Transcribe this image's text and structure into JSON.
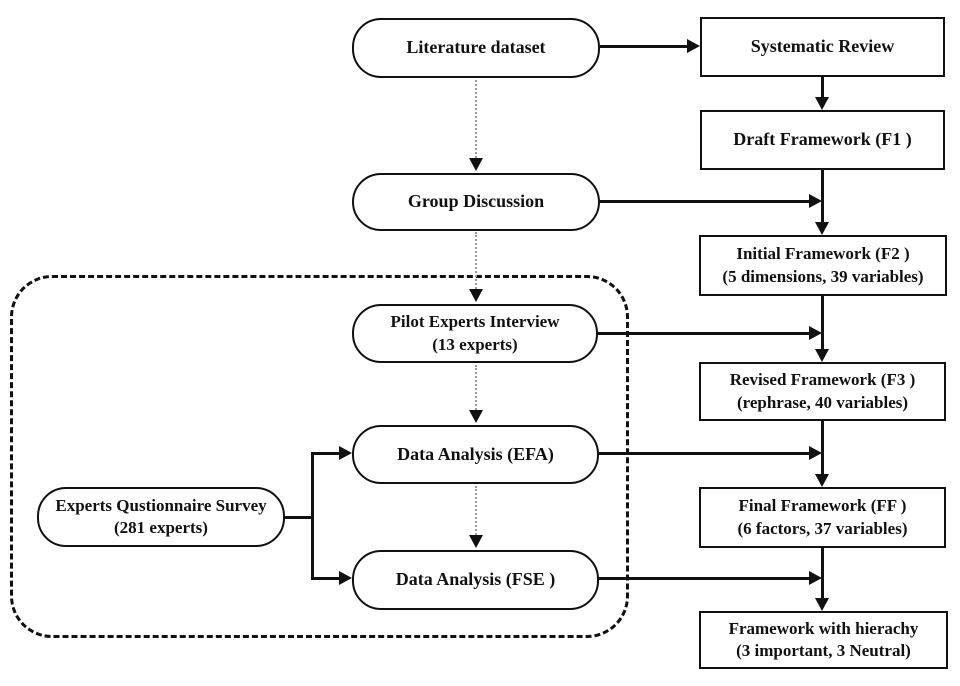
{
  "colors": {
    "stroke": "#111111",
    "dotted_connector": "#9b9b9b",
    "background": "#ffffff"
  },
  "nodes": {
    "literature": {
      "line1": "Literature dataset"
    },
    "group_discussion": {
      "line1": "Group Discussion"
    },
    "pilot_interview": {
      "line1": "Pilot Experts Interview",
      "line2": "(13 experts)"
    },
    "efa": {
      "line1": "Data Analysis (EFA)"
    },
    "fse": {
      "line1": "Data Analysis (FSE )"
    },
    "survey": {
      "line1": "Experts Qustionnaire Survey",
      "line2": "(281 experts)"
    },
    "systematic": {
      "line1": "Systematic Review"
    },
    "draft": {
      "line1": "Draft Framework (F1 )"
    },
    "initial": {
      "line1": "Initial Framework (F2 )",
      "line2": "(5 dimensions, 39 variables)"
    },
    "revised": {
      "line1": "Revised Framework (F3 )",
      "line2": "(rephrase, 40 variables)"
    },
    "final": {
      "line1": "Final Framework (FF )",
      "line2": "(6 factors, 37 variables)"
    },
    "hierarchy": {
      "line1": "Framework with hierachy",
      "line2": "(3 important, 3 Neutral)"
    }
  }
}
